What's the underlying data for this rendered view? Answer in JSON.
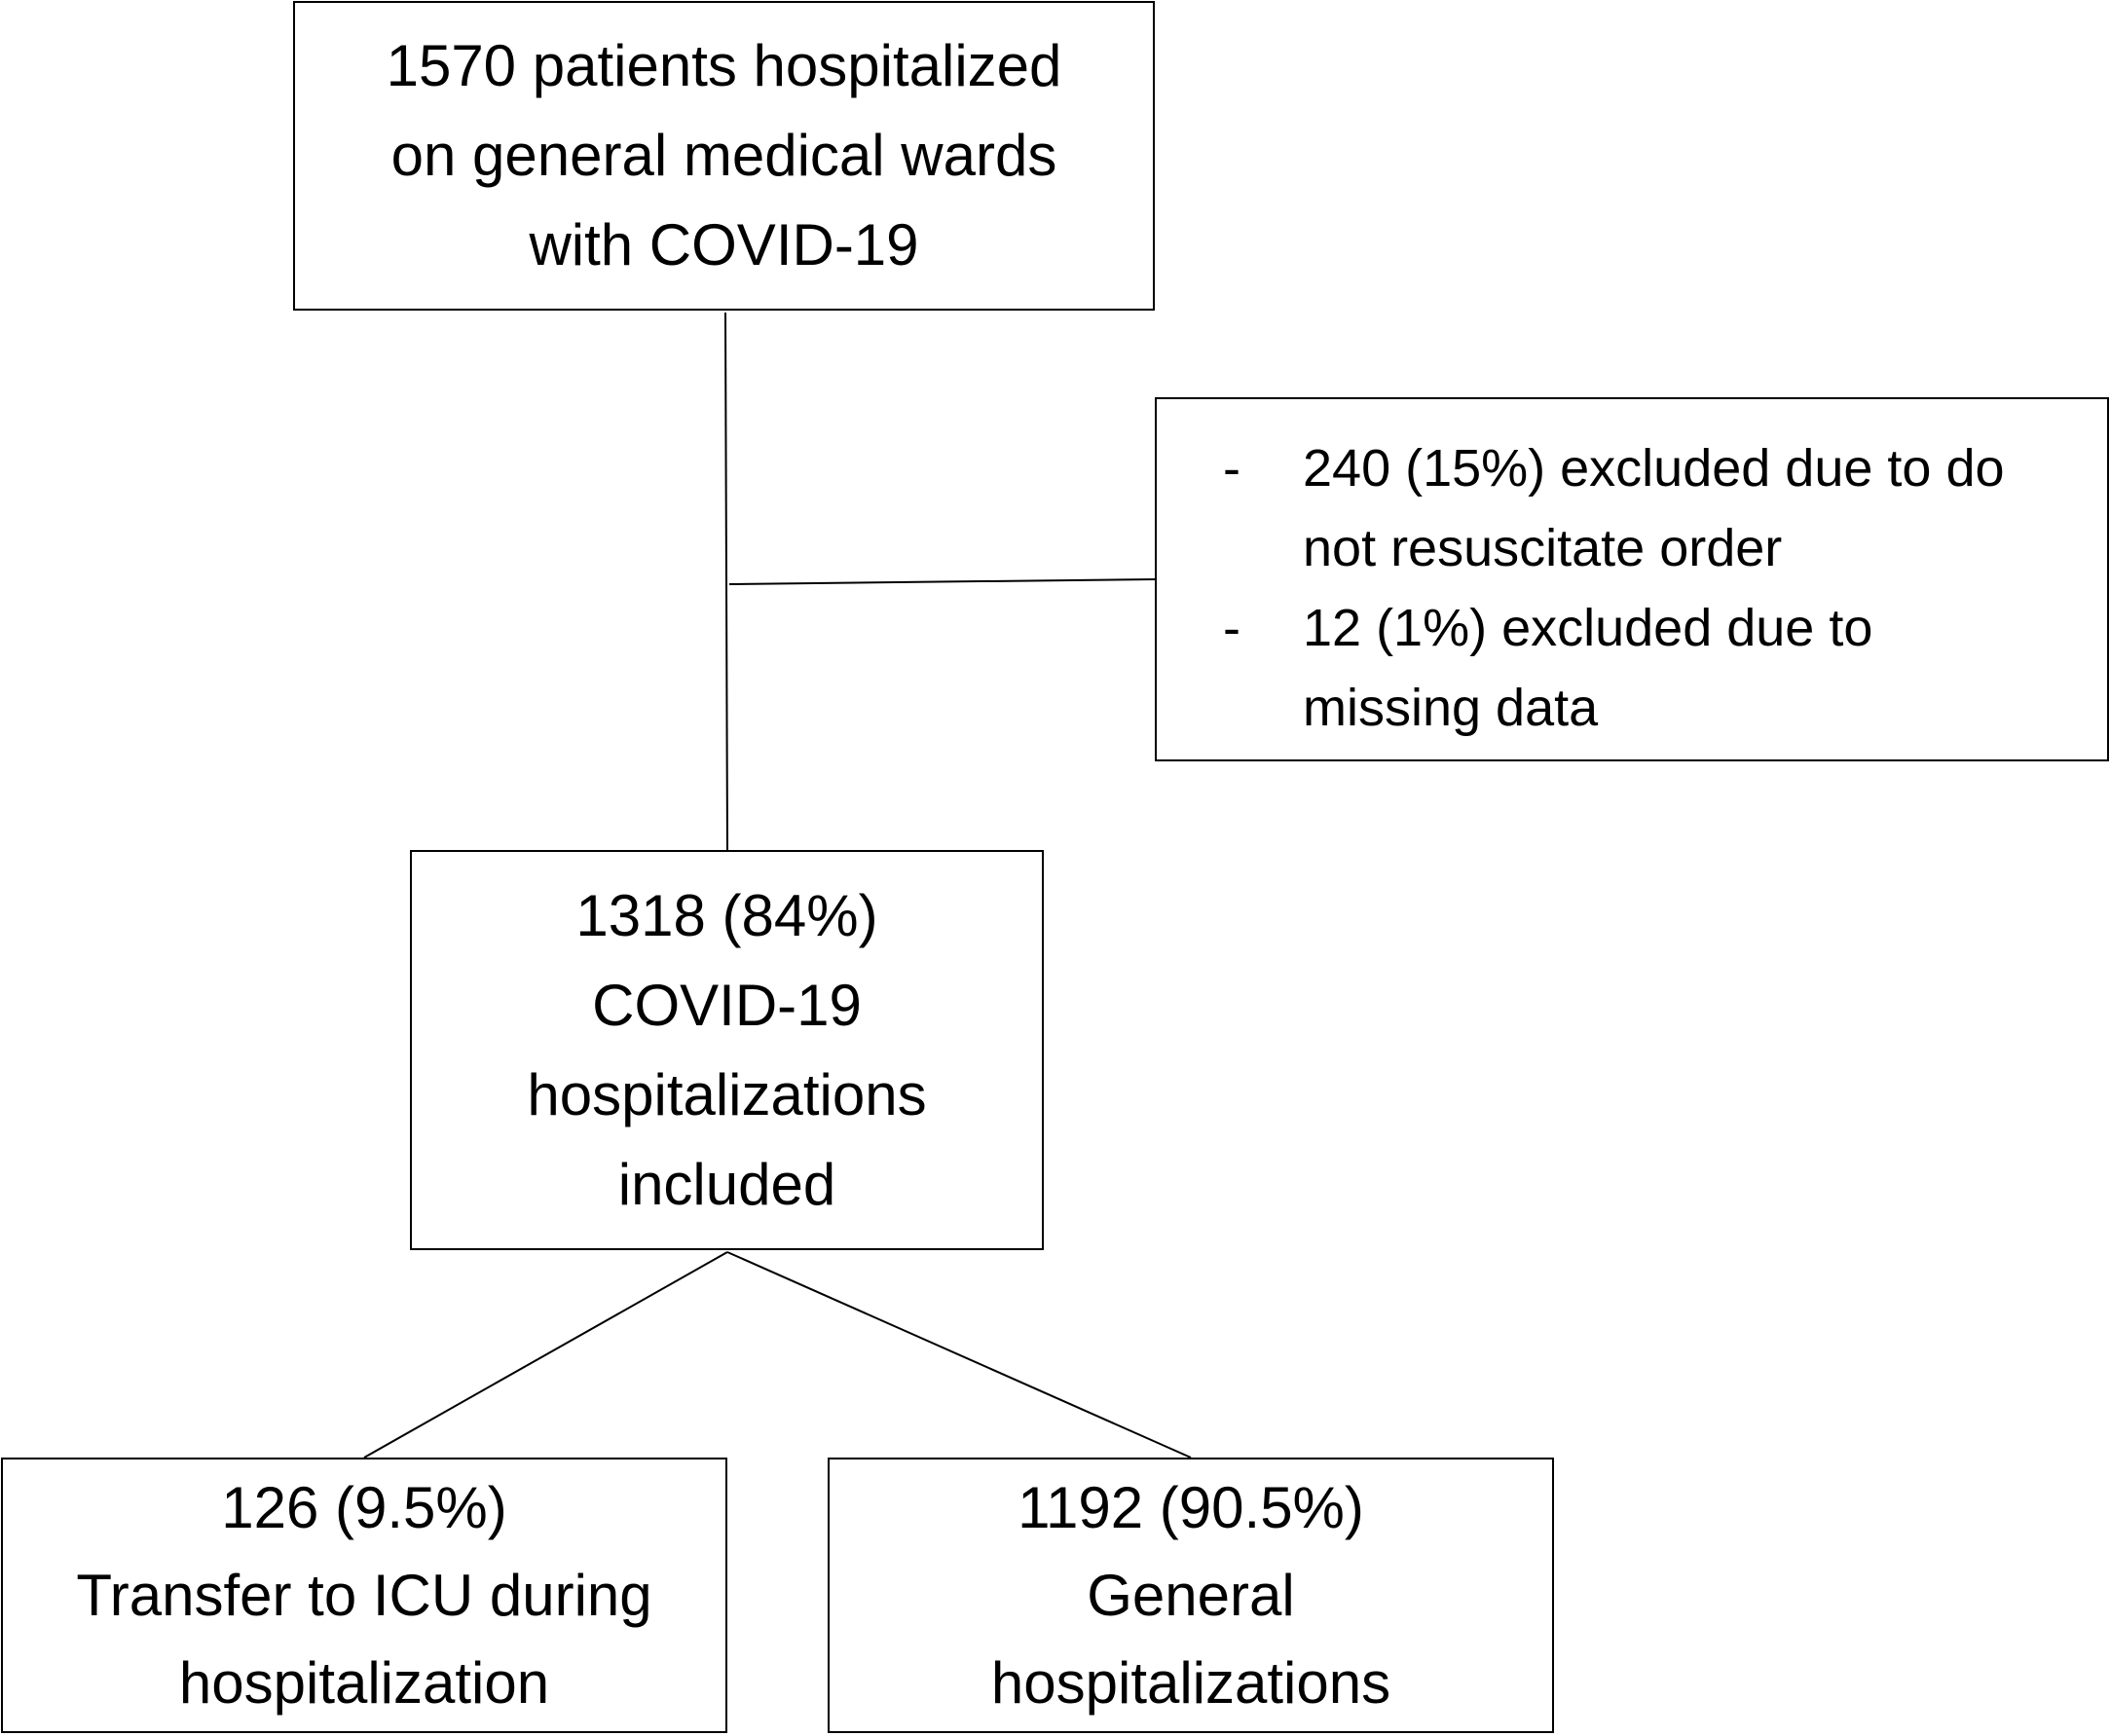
{
  "boxes": {
    "start": {
      "lines": [
        "1570 patients hospitalized",
        "on general medical wards",
        "with COVID-19"
      ]
    },
    "excluded": {
      "items": [
        {
          "bullet": "-",
          "lines": [
            "240 (15%) excluded due to do",
            "not resuscitate order"
          ]
        },
        {
          "bullet": "-",
          "lines": [
            "12 (1%) excluded due to",
            "missing data"
          ]
        }
      ]
    },
    "included": {
      "lines": [
        "1318 (84%)",
        "COVID-19",
        "hospitalizations",
        "included"
      ]
    },
    "icu": {
      "lines": [
        "126 (9.5%)",
        "Transfer to ICU during",
        "hospitalization"
      ]
    },
    "general": {
      "lines": [
        "1192 (90.5%)",
        "General",
        "hospitalizations"
      ]
    }
  }
}
